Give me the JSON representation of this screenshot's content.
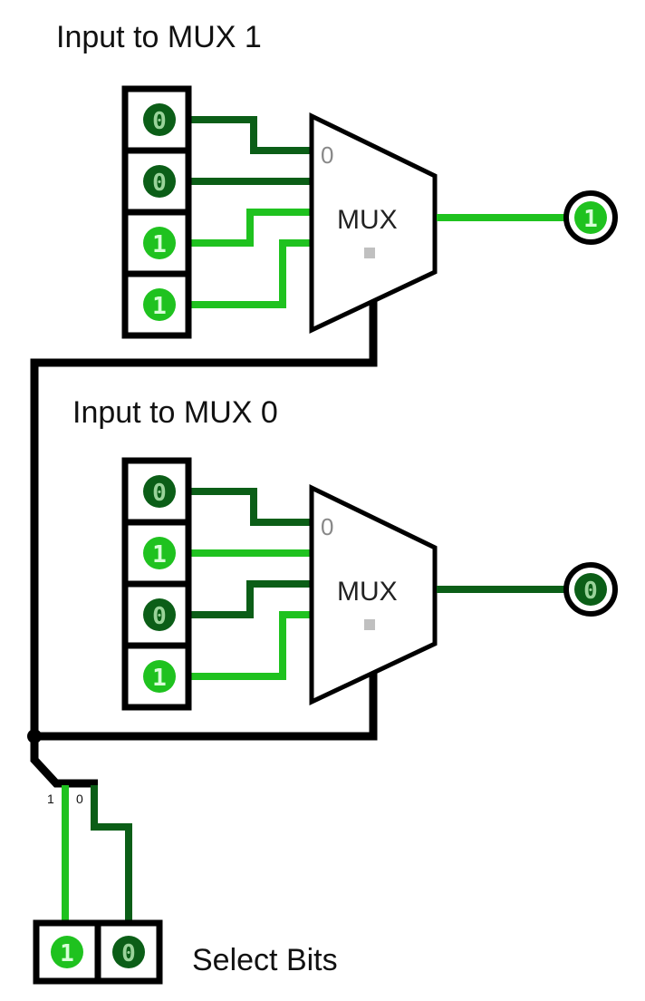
{
  "labels": {
    "mux1_title": "Input to MUX 1",
    "mux0_title": "Input to MUX 0",
    "select_title": "Select Bits",
    "mux_text": "MUX",
    "port_zero": "0",
    "splitter_labels": [
      "1",
      "0"
    ]
  },
  "colors": {
    "high": "#1fc21f",
    "low": "#0b5e17",
    "bus": "#000000",
    "select_dot": "#c0c0c0"
  },
  "mux1": {
    "inputs": [
      0,
      0,
      1,
      1
    ],
    "output": 1
  },
  "mux0": {
    "inputs": [
      0,
      1,
      0,
      1
    ],
    "output": 0
  },
  "select_bits": [
    1,
    0
  ]
}
